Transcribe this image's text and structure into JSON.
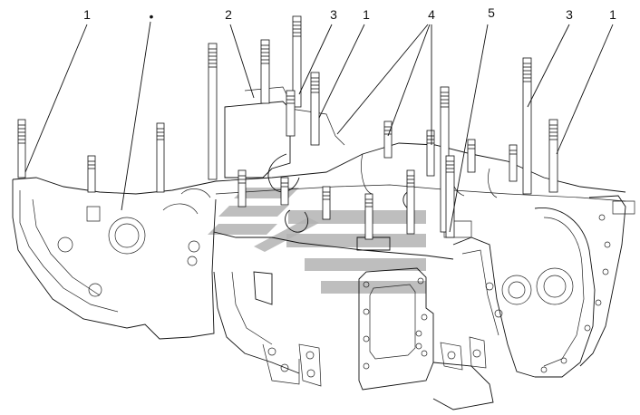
{
  "callouts": {
    "c1a": "1",
    "c_dot": "•",
    "c2": "2",
    "c3a": "3",
    "c1b": "1",
    "c4": "4",
    "c5": "5",
    "c3b": "3",
    "c1c": "1"
  },
  "colors": {
    "line": "#111111",
    "watermark": "#b3b3b3",
    "background": "#ffffff"
  }
}
